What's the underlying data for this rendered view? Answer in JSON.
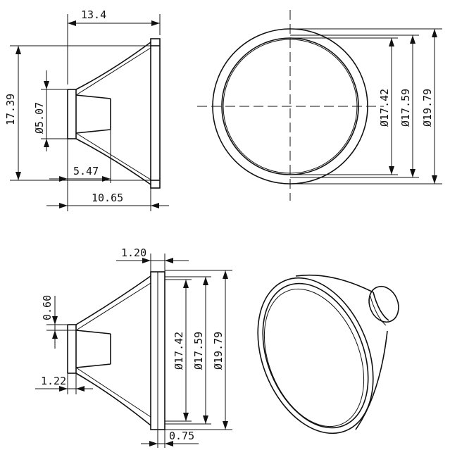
{
  "dimensions": {
    "length": "13.4",
    "height": "17.39",
    "bore": "Ø5.07",
    "inner_length": "5.47",
    "body_length": "10.65",
    "dia_1": "Ø17.42",
    "dia_2": "Ø17.59",
    "dia_3": "Ø19.79",
    "flange": "1.20",
    "lip": "0.60",
    "step": "1.22",
    "wall": "0.75"
  }
}
